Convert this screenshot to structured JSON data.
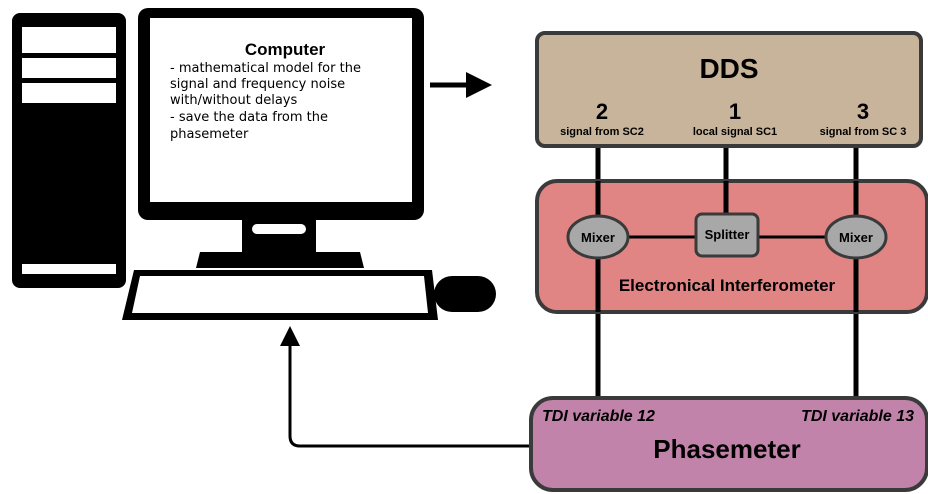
{
  "computer": {
    "title": "Computer",
    "lines": [
      "- mathematical model for the",
      "signal and frequency noise",
      "with/without delays",
      "- save the data from the",
      "phasemeter"
    ]
  },
  "dds": {
    "title": "DDS",
    "ports": [
      {
        "number": "2",
        "label": "signal from SC2"
      },
      {
        "number": "1",
        "label": "local signal SC1"
      },
      {
        "number": "3",
        "label": "signal from SC 3"
      }
    ]
  },
  "interferometer": {
    "title": "Electronical Interferometer",
    "left_mixer": "Mixer",
    "splitter": "Splitter",
    "right_mixer": "Mixer"
  },
  "phasemeter": {
    "title": "Phasemeter",
    "left_variable": "TDI variable 12",
    "right_variable": "TDI variable 13"
  },
  "colors": {
    "dds_fill": "#c8b49a",
    "interferometer_fill": "#e08584",
    "phasemeter_fill": "#c283ab",
    "component_fill": "#a8a8a8",
    "outline": "#3a3a3a",
    "ink": "#000000"
  }
}
